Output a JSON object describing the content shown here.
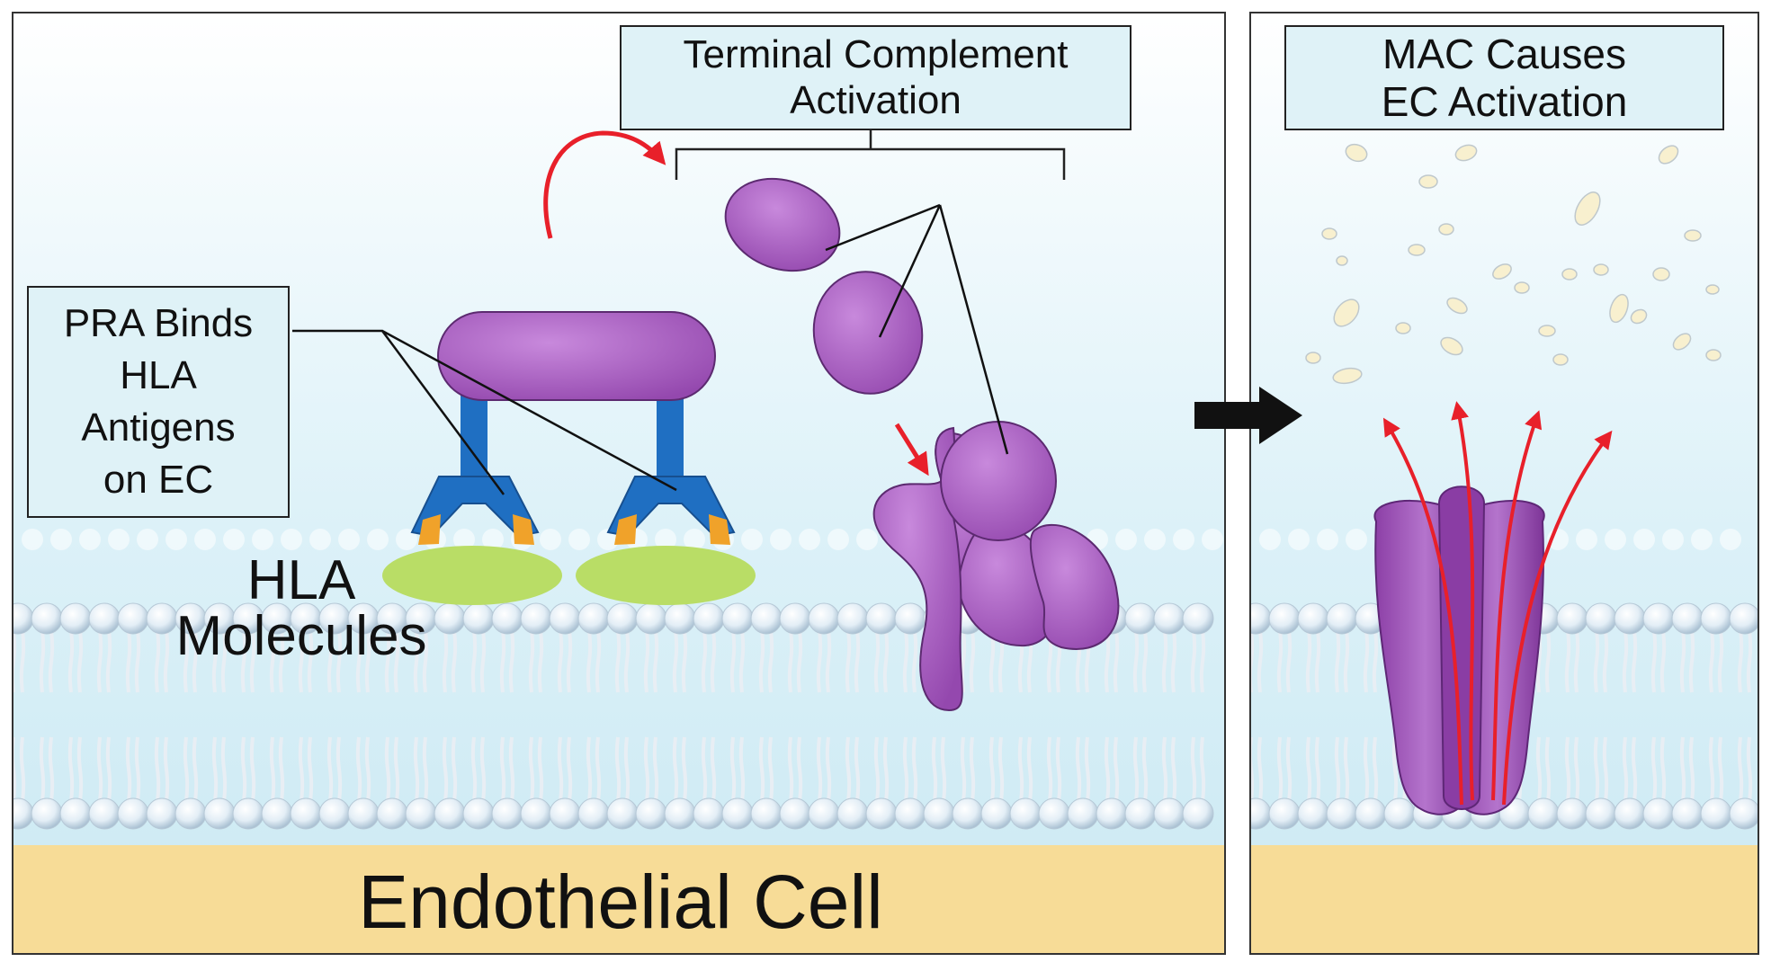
{
  "labels": {
    "terminal_complement": [
      "Terminal Complement",
      "Activation"
    ],
    "mac_causes": [
      "MAC Causes",
      "EC Activation"
    ],
    "pra_binds": [
      "PRA Binds",
      "HLA",
      "Antigens",
      "on EC"
    ],
    "hla_molecules": [
      "HLA",
      "Molecules"
    ],
    "endothelial_cell": "Endothelial Cell"
  },
  "colors": {
    "complement_purple": "#a65bbd",
    "antibody_blue": "#1f6fc2",
    "antigen_orange": "#f0a22a",
    "hla_green": "#b9dd66",
    "arrow_red": "#e8202a",
    "cytoplasm_yellow": "#f7dc97",
    "label_box_fill": "#dff2f7",
    "vesicle_cream": "#f8f0cf"
  }
}
